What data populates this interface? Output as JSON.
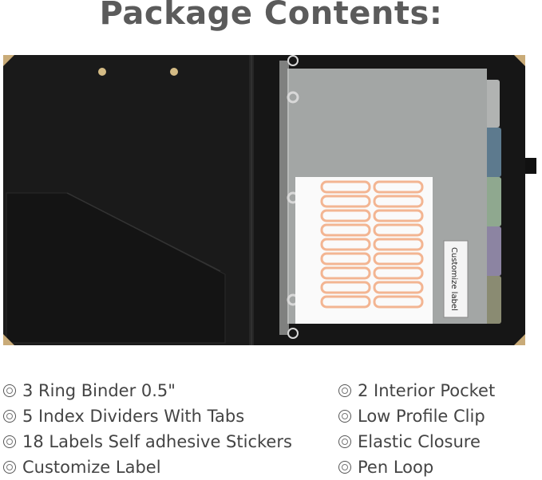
{
  "title": "Package Contents:",
  "image": {
    "subject": "black-binder-with-dividers-and-labels",
    "sticker_label_text": "Customize label",
    "colors": {
      "binder": "#141414",
      "divider_gray": "#a3a6a5",
      "tab_blue": "#5d7a8e",
      "tab_green": "#8fa88f",
      "tab_purple": "#8c84a2",
      "tab_olive": "#8a8b72",
      "sticker": "#f3b592",
      "corner_gold": "#c9ab78"
    }
  },
  "left_items": [
    "3 Ring Binder 0.5\"",
    "5 Index Dividers With Tabs",
    "18 Labels Self adhesive Stickers",
    "Customize Label"
  ],
  "right_items": [
    "2 Interior Pocket",
    "Low Profile Clip",
    "Elastic Closure",
    "Pen Loop"
  ]
}
